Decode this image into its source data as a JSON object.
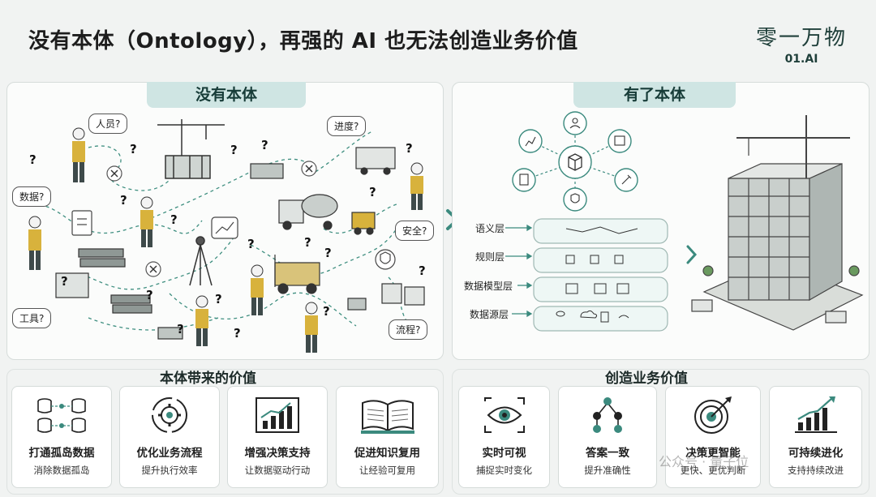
{
  "title": "没有本体（Ontology），再强的 AI 也无法创造业务价值",
  "brand": {
    "name_cn": "零一万物",
    "name_en": "01.AI"
  },
  "left_panel": {
    "tab": "没有本体",
    "bubbles": [
      "人员?",
      "进度?",
      "数据?",
      "安全?",
      "工具?",
      "流程?"
    ]
  },
  "right_panel": {
    "tab": "有了本体",
    "layers": [
      "语义层",
      "规则层",
      "数据模型层",
      "数据源层"
    ]
  },
  "value_section": {
    "title": "本体带来的价值",
    "cards": [
      {
        "title": "打通孤岛数据",
        "subtitle": "消除数据孤岛",
        "icon": "database-network-icon"
      },
      {
        "title": "优化业务流程",
        "subtitle": "提升执行效率",
        "icon": "gear-cycle-icon"
      },
      {
        "title": "增强决策支持",
        "subtitle": "让数据驱动行动",
        "icon": "bar-chart-growth-icon"
      },
      {
        "title": "促进知识复用",
        "subtitle": "让经验可复用",
        "icon": "open-book-icon"
      }
    ]
  },
  "business_section": {
    "title": "创造业务价值",
    "cards": [
      {
        "title": "实时可视",
        "subtitle": "捕捉实时变化",
        "icon": "eye-icon"
      },
      {
        "title": "答案一致",
        "subtitle": "提升准确性",
        "icon": "node-tree-icon"
      },
      {
        "title": "决策更智能",
        "subtitle": "更快、更优判断",
        "icon": "target-icon"
      },
      {
        "title": "可持续进化",
        "subtitle": "支持持续改进",
        "icon": "growth-chart-icon"
      }
    ]
  },
  "watermark": "公众号 · 量子位",
  "colors": {
    "accent": "#3b8a7e",
    "tab_bg": "#cfe5e3",
    "dark": "#1f3f3a"
  }
}
